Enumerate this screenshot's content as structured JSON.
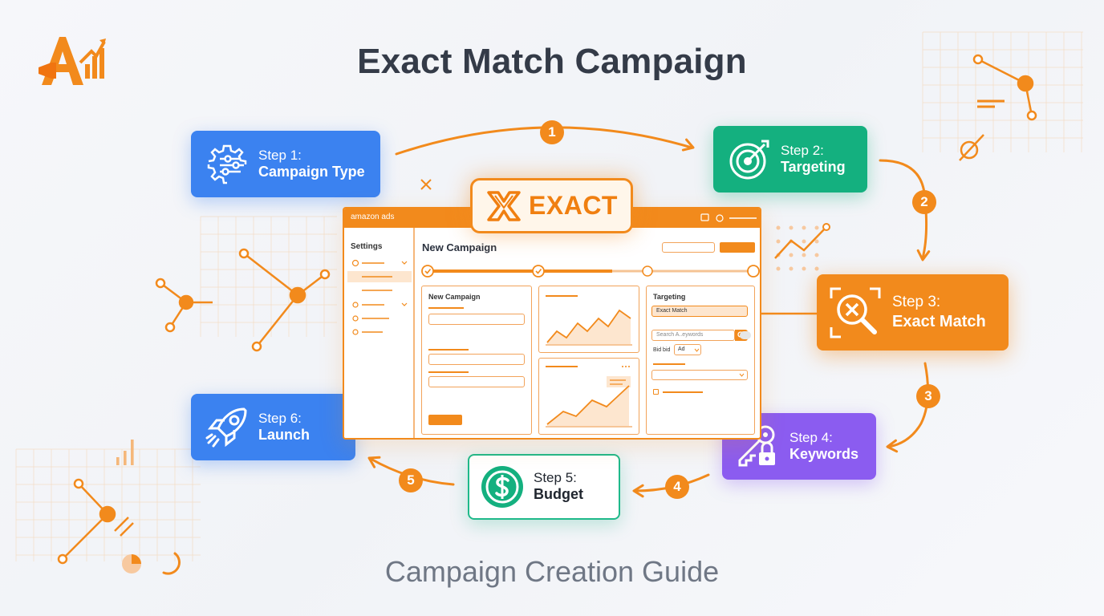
{
  "title": "Exact Match Campaign",
  "subtitle": "Campaign Creation Guide",
  "colors": {
    "accent_orange": "#f28a1c",
    "step_blue": "#3b82f0",
    "step_green": "#14b07f",
    "step_purple": "#8b5cf0",
    "text_dark": "#343b48"
  },
  "steps": [
    {
      "line1": "Step 1:",
      "line2": "Campaign Type",
      "icon": "gear-sliders-icon"
    },
    {
      "line1": "Step 2:",
      "line2": "Targeting",
      "icon": "target-icon"
    },
    {
      "line1": "Step 3:",
      "line2": "Exact Match",
      "icon": "search-x-icon"
    },
    {
      "line1": "Step 4:",
      "line2": "Keywords",
      "icon": "key-lock-icon"
    },
    {
      "line1": "Step 5:",
      "line2": "Budget",
      "icon": "dollar-coin-icon"
    },
    {
      "line1": "Step 6:",
      "line2": "Launch",
      "icon": "rocket-icon"
    }
  ],
  "flow_numbers": [
    "1",
    "2",
    "3",
    "4",
    "5"
  ],
  "badge": {
    "label": "EXACT",
    "icon": "x-mark-icon"
  },
  "mockup": {
    "brand": "amazon ads",
    "sidebar_heading": "Settings",
    "page_title": "New Campaign",
    "panel_left_title": "New Campaign",
    "targeting_title": "Targeting",
    "targeting_option": "Exact Match",
    "search_placeholder": "Search A..eywords",
    "bid_label": "Bid bid",
    "bid_value": "Ad"
  }
}
